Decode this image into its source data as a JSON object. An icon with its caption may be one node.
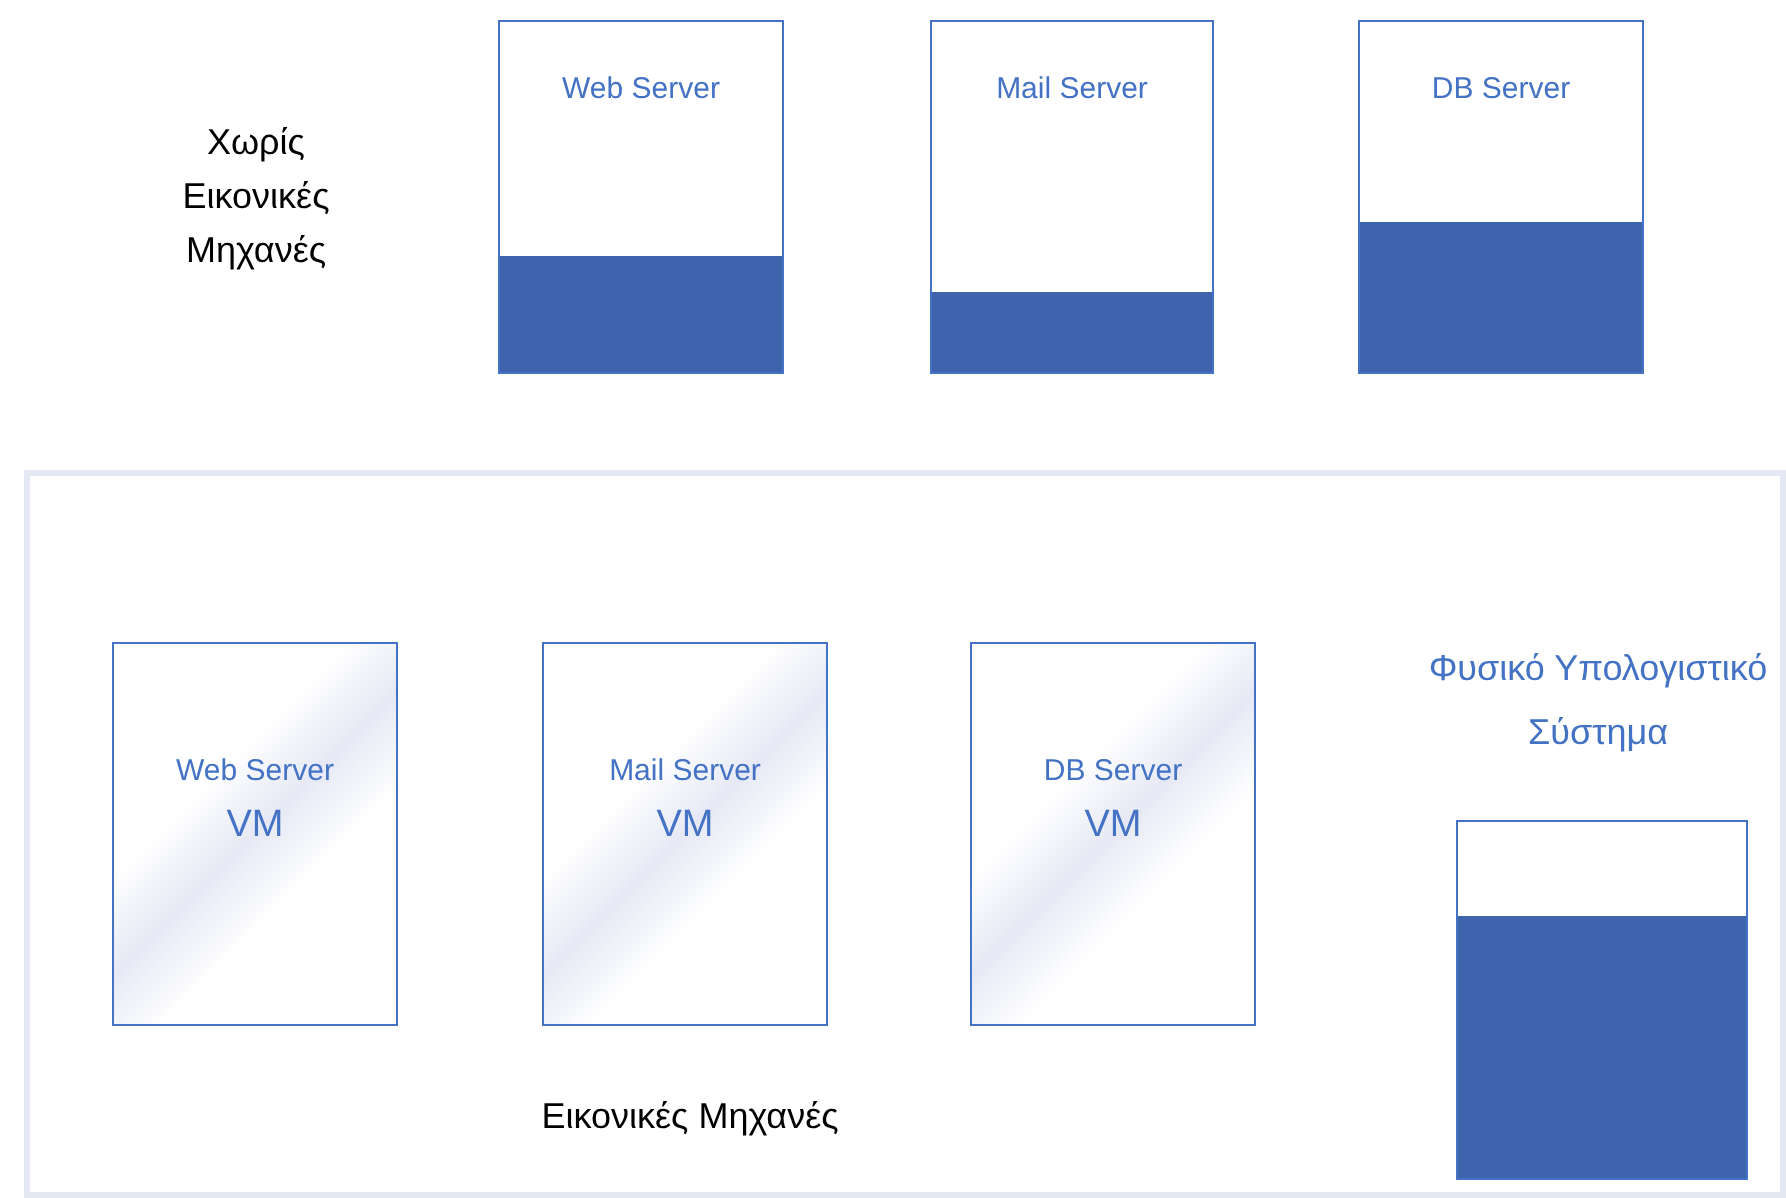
{
  "diagram": {
    "nodes": [
      {
        "text": [
          "Web Server"
        ]
      },
      {
        "text": [],
        "shape": "bar",
        "in": 0
      },
      {
        "text": [
          "Mail Server"
        ]
      },
      {
        "text": [],
        "shape": "bar",
        "in": 2
      },
      {
        "text": [
          "DB Server"
        ]
      },
      {
        "text": [],
        "shape": "bar",
        "in": 4
      },
      {
        "text": [
          "Εικονικές Μηχανές"
        ]
      },
      {
        "text": [
          "Web Server",
          "VM"
        ],
        "in": 6
      },
      {
        "text": [
          "Mail Server",
          "VM"
        ],
        "in": 6
      },
      {
        "text": [
          "DB Server",
          "VM"
        ],
        "in": 6
      },
      {
        "text": [
          "Φυσικό Υπολογιστικό Σύστημα"
        ],
        "in": 6
      },
      {
        "text": [],
        "shape": "bar",
        "in": 10
      }
    ],
    "edges": [],
    "labels": [
      "Χωρίς Εικονικές Μηχανές"
    ]
  }
}
